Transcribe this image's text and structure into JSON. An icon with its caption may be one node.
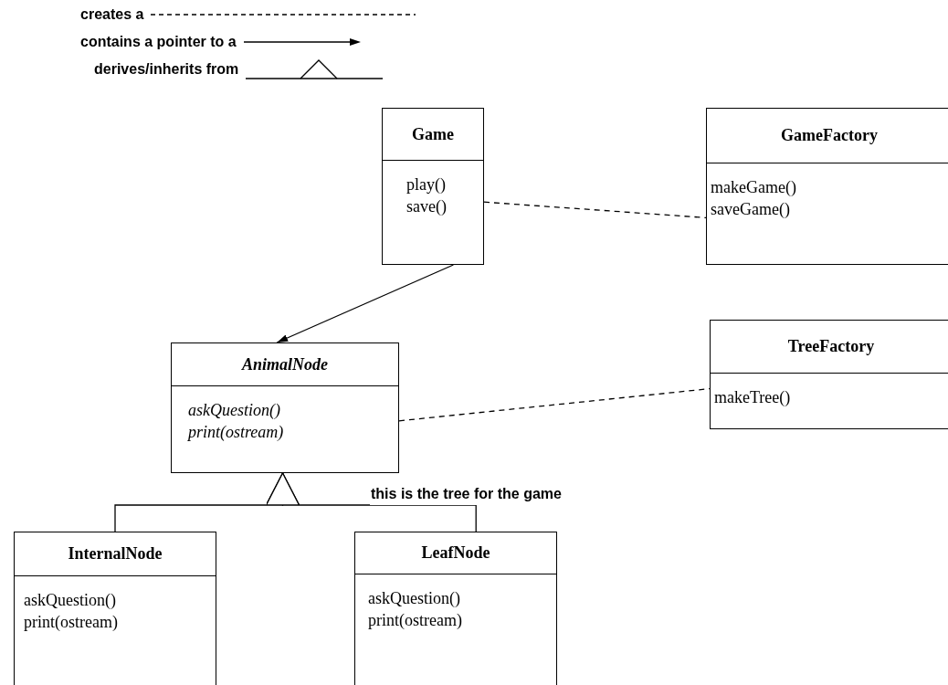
{
  "diagram": {
    "nodes": [
      {
        "text": [
          "Game",
          "play()",
          "save()"
        ]
      },
      {
        "text": [
          "GameFactory",
          "makeGame()",
          "saveGame()"
        ]
      },
      {
        "text": [
          "AnimalNode",
          "askQuestion()",
          "print(ostream)"
        ]
      },
      {
        "text": [
          "TreeFactory",
          "makeTree()"
        ]
      },
      {
        "text": [
          "InternalNode",
          "askQuestion()",
          "print(ostream)"
        ]
      },
      {
        "text": [
          "LeafNode",
          "askQuestion()",
          "print(ostream)"
        ]
      }
    ],
    "edges": [
      {
        "from": 0,
        "to": 2,
        "arrow": "to"
      },
      {
        "from": 0,
        "to": 1,
        "arrow": "none",
        "style": "dashed"
      },
      {
        "from": 2,
        "to": 3,
        "arrow": "none",
        "style": "dashed"
      },
      {
        "from": 4,
        "to": 2,
        "arrow": "to"
      },
      {
        "from": 5,
        "to": 2,
        "arrow": "to"
      }
    ],
    "labels": [
      "this is the tree for the game"
    ],
    "legend": [
      {
        "text": "creates a"
      },
      {
        "text": "contains a pointer to a"
      },
      {
        "text": "derives/inherits from"
      }
    ]
  }
}
